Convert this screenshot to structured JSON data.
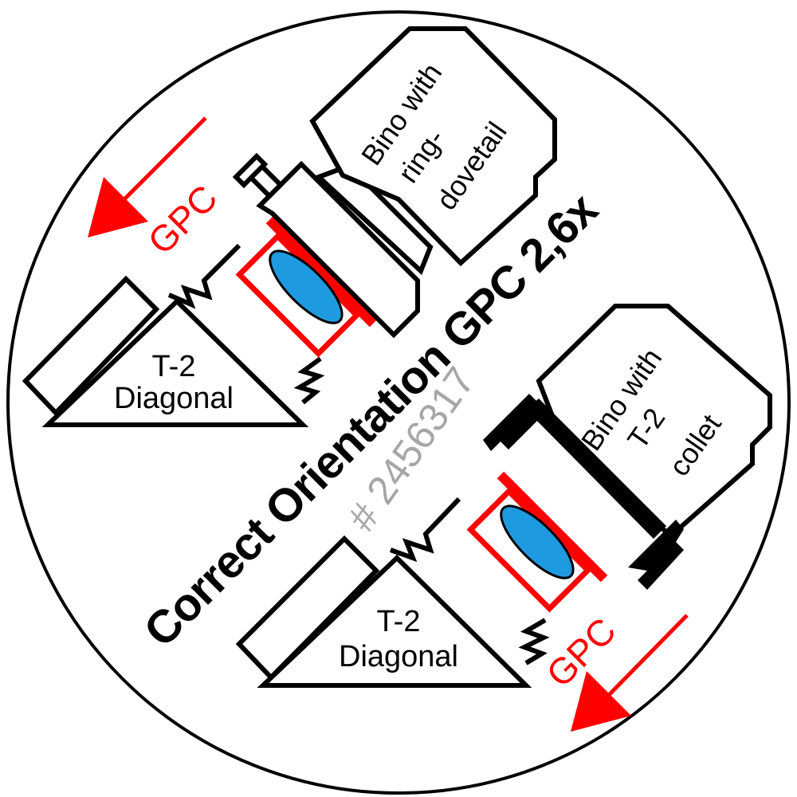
{
  "title": "Correct Orientation GPC 2,6x",
  "part_number": "# 2456317",
  "gpc_top": "GPC",
  "gpc_bottom": "GPC",
  "diagonal_top": [
    "T-2",
    "Diagonal"
  ],
  "diagonal_bottom": [
    "T-2",
    "Diagonal"
  ],
  "bino_top": [
    "Bino with",
    "ring-",
    "dovetail"
  ],
  "bino_bottom": [
    "Bino with",
    "T-2",
    "collet"
  ],
  "colors": {
    "outline": "#000000",
    "gpc_red": "#ff0000",
    "lens_blue": "#1e9be0",
    "part_number_gray": "#a6a6a6",
    "background": "#ffffff"
  },
  "icons": [
    "arrow-icon",
    "lens-icon",
    "diagonal-prism-icon",
    "dovetail-icon",
    "collet-icon"
  ]
}
